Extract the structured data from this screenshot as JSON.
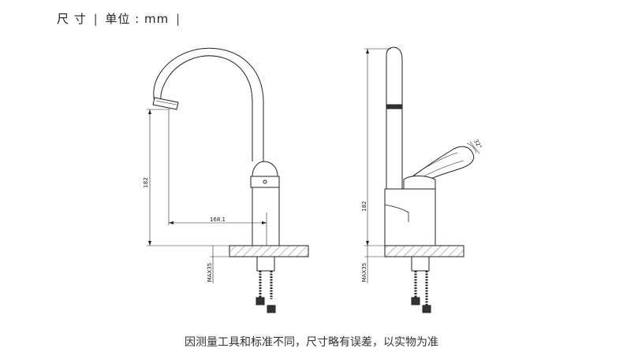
{
  "header": {
    "title": "尺  寸",
    "sep_left": "|",
    "unit_label": "单位 : mm",
    "sep_right": "|"
  },
  "front_view": {
    "height_dim": "182",
    "reach_dim": "168.1",
    "max_thickness": "MAX35"
  },
  "side_view": {
    "height_dim": "182",
    "max_thickness": "MAX35",
    "handle_angle": "32°"
  },
  "footer": {
    "note": "因测量工具和标准不同，尺寸略有误差，以实物为准"
  },
  "colors": {
    "line": "#222222",
    "hatch": "#555555"
  }
}
